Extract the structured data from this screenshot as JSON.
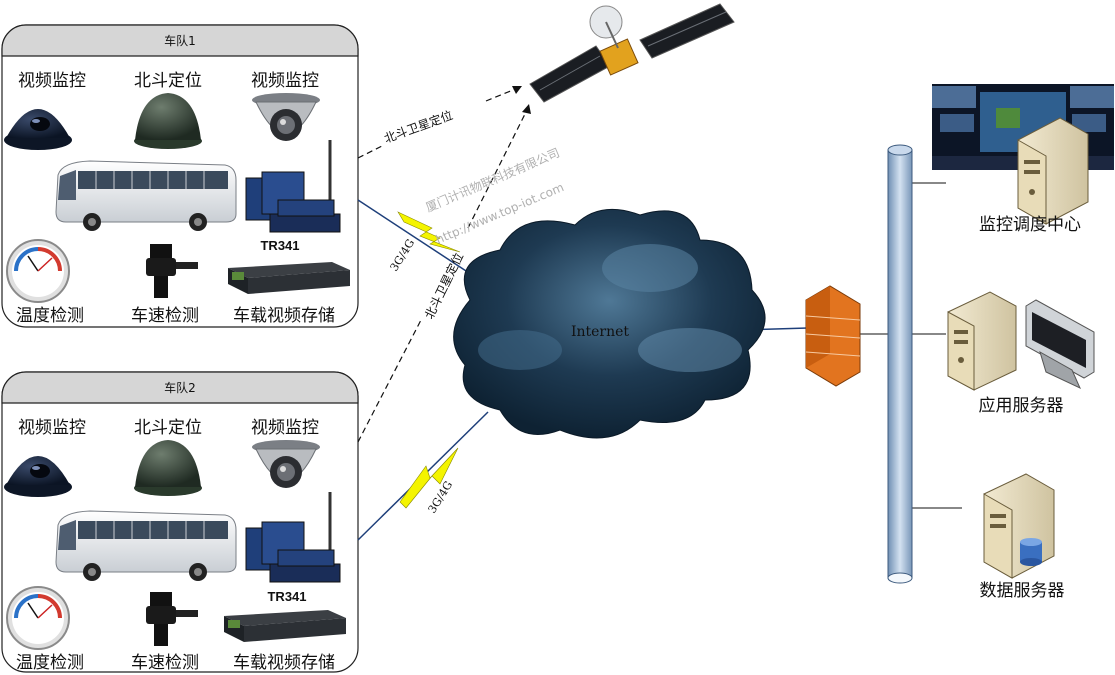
{
  "fleet1": {
    "title": "车队1",
    "labels": {
      "video_left": "视频监控",
      "beidou": "北斗定位",
      "video_right": "视频监控",
      "temperature": "温度检测",
      "speed": "车速检测",
      "storage": "车载视频存储",
      "router": "TR341"
    }
  },
  "fleet2": {
    "title": "车队2",
    "labels": {
      "video_left": "视频监控",
      "beidou": "北斗定位",
      "video_right": "视频监控",
      "temperature": "温度检测",
      "speed": "车速检测",
      "storage": "车载视频存储",
      "router": "TR341"
    }
  },
  "links": {
    "satellite_1": "北斗卫星定位",
    "satellite_2": "北斗卫星定位",
    "cell_1": "3G/4G",
    "cell_2": "3G/4G"
  },
  "cloud": {
    "label": "Internet"
  },
  "watermark": {
    "company": "厦门计讯物联科技有限公司",
    "url": "http://www.top-iot.com"
  },
  "servers": {
    "monitor_center": "监控调度中心",
    "app_server": "应用服务器",
    "data_server": "数据服务器"
  },
  "colors": {
    "lightning": "#f4f400",
    "pipe": "#a9c2de",
    "firewall": "#e2741f",
    "cloud_dark": "#0e2233",
    "cloud_light": "#4f7896"
  }
}
